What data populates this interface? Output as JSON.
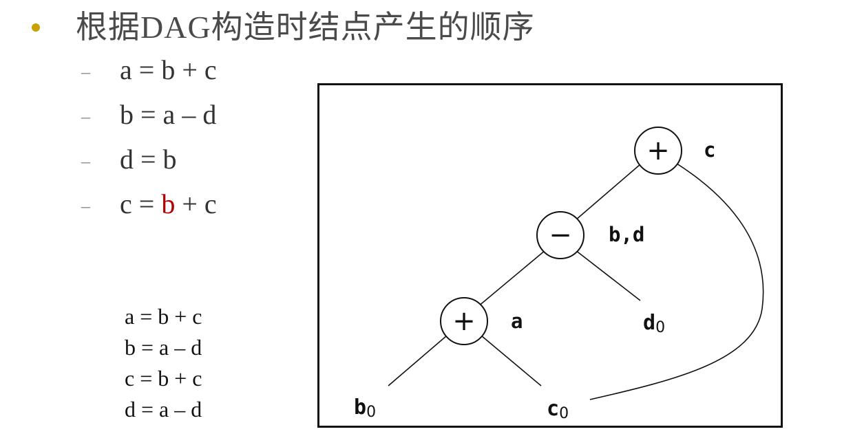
{
  "title": "根据DAG构造时结点产生的顺序",
  "steps": [
    {
      "parts": [
        "a = b + c"
      ]
    },
    {
      "parts": [
        "b = a – d"
      ]
    },
    {
      "parts": [
        "d = b"
      ]
    },
    {
      "pre": "c = ",
      "hl": "b",
      "post": " + c"
    }
  ],
  "code_lines": [
    "a = b + c",
    "b = a – d",
    "c = b + c",
    "d = a – d"
  ],
  "dag": {
    "nodes": [
      {
        "id": "n-plus-top",
        "op": "+",
        "label": "c"
      },
      {
        "id": "n-minus",
        "op": "−",
        "label": "b,d"
      },
      {
        "id": "n-plus-bottom",
        "op": "+",
        "label": "a"
      }
    ],
    "leaves": [
      {
        "id": "b0",
        "name": "b",
        "sub": "0"
      },
      {
        "id": "c0",
        "name": "c",
        "sub": "0"
      },
      {
        "id": "d0",
        "name": "d",
        "sub": "0"
      }
    ]
  },
  "colors": {
    "bullet": "#c9a20a",
    "highlight": "#b30000"
  }
}
